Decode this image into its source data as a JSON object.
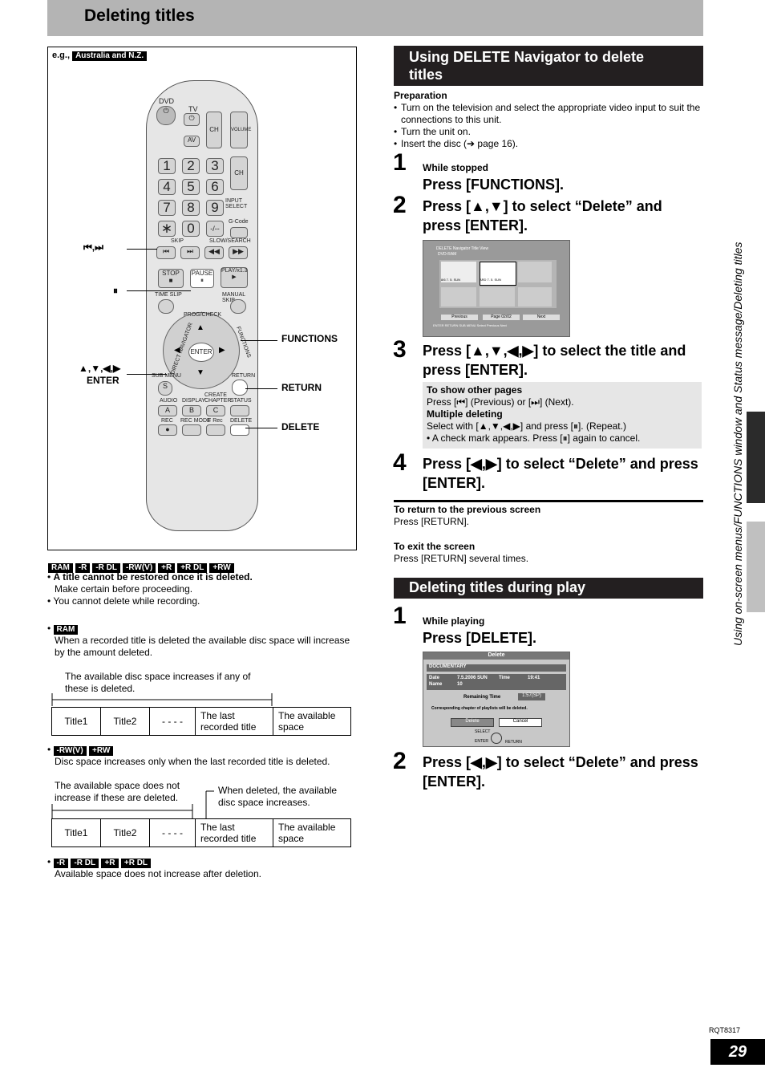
{
  "header": {
    "title": "Deleting titles"
  },
  "remote_panel": {
    "eg_label": "e.g.,",
    "eg_badge": "Australia and N.Z.",
    "labels": {
      "skip_keys": "⏮,⏭",
      "pause_key": "⏸",
      "nav_keys": "▲,▼,◀,▶",
      "enter": "ENTER",
      "functions": "FUNCTIONS",
      "return": "RETURN",
      "delete": "DELETE"
    },
    "remote_text": {
      "dvd": "DVD",
      "tv": "TV",
      "ch": "CH",
      "av": "AV",
      "volume": "VOLUME",
      "input_select": "INPUT SELECT",
      "gcode": "G-Code",
      "skip": "SKIP",
      "slow_search": "SLOW/SEARCH",
      "stop": "STOP",
      "pause": "PAUSE",
      "play": "PLAY/x1.3",
      "time_slip": "TIME SLIP",
      "manual_skip": "MANUAL SKIP",
      "prog_check": "PROG/CHECK",
      "direct_navigator": "DIRECT NAVIGATOR",
      "functions": "FUNCTIONS",
      "enter": "ENTER",
      "sub_menu": "SUB MENU",
      "return": "RETURN",
      "audio": "AUDIO",
      "display": "DISPLAY",
      "create_chapter": "CREATE CHAPTER",
      "status": "STATUS",
      "rec": "REC",
      "rec_mode": "REC MODE",
      "f_rec": "F Rec",
      "delete": "DELETE",
      "s": "S",
      "a": "A",
      "b": "B",
      "c": "C",
      "keys": [
        "1",
        "2",
        "3",
        "4",
        "5",
        "6",
        "7",
        "8",
        "9",
        "∗",
        "0",
        "-/--"
      ]
    }
  },
  "left_notes": {
    "disc_badges": [
      "RAM",
      "-R",
      "-R DL",
      "-RW(V)",
      "+R",
      "+R DL",
      "+RW"
    ],
    "bullet1_bold": "A title cannot be restored once it is deleted.",
    "bullet1_rest": "Make certain before proceeding.",
    "bullet2": "You cannot delete while recording.",
    "ram_badge": "RAM",
    "ram_text": "When a recorded title is deleted the available disc space will increase by the amount deleted.",
    "ram_diagram_note": "The available disc space increases if any of these is deleted.",
    "rw_badges": [
      "-RW(V)",
      "+RW"
    ],
    "rw_text": "Disc space increases only when the last recorded title is deleted.",
    "rw_note_left": "The available space does not increase if these are deleted.",
    "rw_note_right": "When deleted, the available disc space increases.",
    "r_badges": [
      "-R",
      "-R DL",
      "+R",
      "+R DL"
    ],
    "r_text": "Available space does not increase after deletion.",
    "table_cells": [
      "Title1",
      "Title2",
      "- - - -",
      "The last recorded title",
      "The available space"
    ]
  },
  "section1": {
    "heading": "Using DELETE Navigator to delete titles",
    "prep_title": "Preparation",
    "prep_items": [
      "Turn on the television and select the appropriate video input to suit the connections to this unit.",
      "Turn the unit on.",
      "Insert the disc (➔ page 16)."
    ],
    "steps": [
      {
        "num": "1",
        "sub": "While stopped",
        "text": "Press [FUNCTIONS]."
      },
      {
        "num": "2",
        "text": "Press [▲,▼] to select “Delete” and press [ENTER]."
      },
      {
        "num": "3",
        "text": "Press [▲,▼,◀,▶] to select the title and press [ENTER]."
      },
      {
        "num": "4",
        "text": "Press [◀,▶] to select “Delete” and press [ENTER]."
      }
    ],
    "screen": {
      "title": "DELETE Navigator   Title View",
      "disc": "DVD-RAM",
      "thumb1": "8/6   7. 5. SUN",
      "thumb2": "ARD   7. 5. SUN",
      "previous": "Previous",
      "page_label": "Page",
      "page": "02/02",
      "next": "Next",
      "footer": "ENTER  RETURN   SUB MENU   Select   Previous  Next"
    },
    "info_box": {
      "t1": "To show other pages",
      "l1": "Press [⏮] (Previous) or [⏭] (Next).",
      "t2": "Multiple deleting",
      "l2": "Select with [▲,▼,◀,▶] and press [⏸]. (Repeat.)",
      "l3": "A check mark appears. Press [⏸] again to cancel."
    },
    "return_title": "To return to the previous screen",
    "return_text": "Press [RETURN].",
    "exit_title": "To exit the screen",
    "exit_text": "Press [RETURN] several times."
  },
  "section2": {
    "heading": "Deleting titles during play",
    "steps": [
      {
        "num": "1",
        "sub": "While playing",
        "text": "Press [DELETE]."
      },
      {
        "num": "2",
        "text": "Press [◀,▶] to select “Delete” and press [ENTER]."
      }
    ],
    "screen": {
      "title": "Delete",
      "name_bar": "DOCUMENTARY",
      "date_label": "Date",
      "date": "7.5.2006 SUN",
      "time_label": "Time",
      "time": "19:41",
      "name_label": "Name",
      "name": "10",
      "remaining_label": "Remaining Time",
      "remaining": "1:57(SP)",
      "note": "Corresponding chapter of playlists will be deleted.",
      "delete_btn": "Delete",
      "cancel_btn": "Cancel",
      "select": "SELECT",
      "enter": "ENTER",
      "return": "RETURN"
    }
  },
  "side_text": "Using on-screen menus/FUNCTIONS window and Status message/Deleting titles",
  "footer": {
    "code": "RQT8317",
    "page": "29"
  },
  "colors": {
    "header_bar": "#b4b4b4",
    "section_head": "#231f20",
    "side_tab_dark": "#2b2b2b",
    "side_tab_light": "#c0c0c0",
    "info_box": "#e6e6e6"
  }
}
